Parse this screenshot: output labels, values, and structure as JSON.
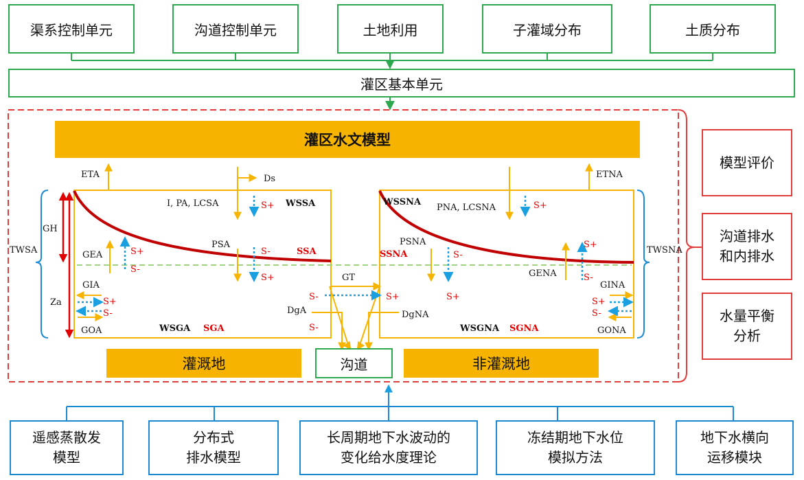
{
  "top_inputs": [
    "渠系控制单元",
    "沟道控制单元",
    "土地利用",
    "子灌域分布",
    "土质分布"
  ],
  "basic_unit": "灌区基本单元",
  "model_title": "灌区水文模型",
  "bottom_bars": {
    "irrigated": "灌溉地",
    "ditch": "沟道",
    "non_irrigated": "非灌溉地"
  },
  "right_modules": [
    "模型评价",
    "沟道排水\n和内排水",
    "水量平衡\n分析"
  ],
  "bottom_modules": [
    "遥感蒸散发\n模型",
    "分布式\n排水模型",
    "长周期地下水波动的\n变化给水度理论",
    "冻结期地下水位\n模拟方法",
    "地下水横向\n运移模块"
  ],
  "labels": {
    "et_a": "ETA",
    "et_na": "ETNA",
    "ds": "Ds",
    "i_pa_lcsa": "I, PA, LCSA",
    "wssa": "WSSA",
    "wssna": "WSSNA",
    "pna_lcsna": "PNA, LCSNA",
    "gh": "GH",
    "tws_a": "TWSA",
    "tws_na": "TWSNA",
    "za": "Za",
    "gea": "GEA",
    "psa": "PSA",
    "ssa": "SSA",
    "gia": "GIA",
    "goa": "GOA",
    "wsga": "WSGA",
    "sga": "SGA",
    "gt": "GT",
    "dga": "DgA",
    "dgna": "DgNA",
    "psna": "PSNA",
    "ssna": "SSNA",
    "gena": "GENA",
    "gina": "GINA",
    "gona": "GONA",
    "wsgna": "WSGNA",
    "sgna": "SGNA",
    "s_plus": "S+",
    "s_minus": "S-"
  },
  "colors": {
    "green": "#2ea84f",
    "blue": "#1b8ad3",
    "red": "#e23b3b",
    "orange": "#f6b400",
    "dark_red": "#c00000",
    "cyan": "#1a9fe0",
    "dash_green": "#9fd37f"
  }
}
